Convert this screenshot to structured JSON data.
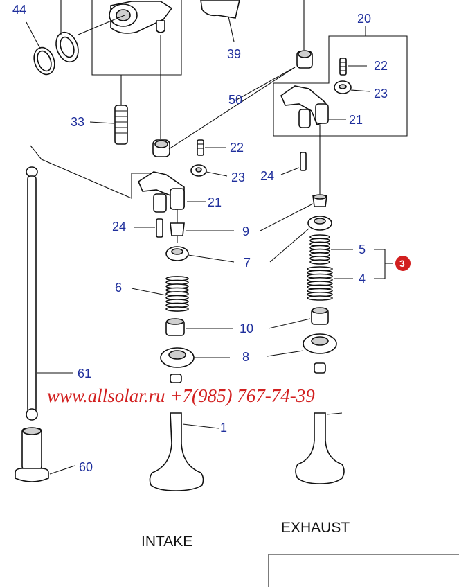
{
  "labels": {
    "l44": "44",
    "l39": "39",
    "l20": "20",
    "l22a": "22",
    "l23a": "23",
    "l21a": "21",
    "l50": "50",
    "l33": "33",
    "l22b": "22",
    "l23b": "23",
    "l24a": "24",
    "l21b": "21",
    "l24b": "24",
    "l9": "9",
    "l5": "5",
    "l7": "7",
    "l4": "4",
    "l6": "6",
    "l10": "10",
    "l8": "8",
    "l61": "61",
    "l1": "1",
    "l60": "60",
    "l3": "3"
  },
  "sections": {
    "intake": "INTAKE",
    "exhaust": "EXHAUST"
  },
  "watermark": "www.allsolar.ru +7(985) 767-74-39",
  "colors": {
    "callout": "#1f2f9c",
    "highlight": "#d21f1f",
    "line": "#111111"
  }
}
